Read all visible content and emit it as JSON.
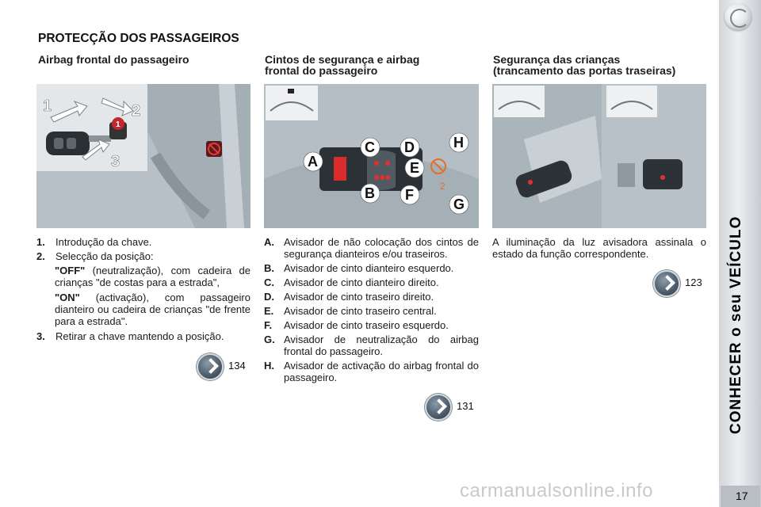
{
  "page_title": "PROTECÇÃO DOS PASSAGEIROS",
  "chapter": "CONHECER o seu VEÍCULO",
  "page_number": "17",
  "watermark": "carmanualsonline.info",
  "col1": {
    "title": "Airbag frontal do passageiro",
    "items": [
      {
        "key": "1.",
        "text": "Introdução da chave."
      },
      {
        "key": "2.",
        "text": "Selecção da posição:"
      }
    ],
    "off_key": "\"OFF\"",
    "off_text": " (neutralização), com cadeira de crianças \"de costas para a estrada\",",
    "on_key": "\"ON\"",
    "on_text": " (activação), com passageiro dianteiro ou cadeira de crianças \"de frente para a estrada\".",
    "item3_key": "3.",
    "item3_text": "Retirar a chave mantendo a posição.",
    "ref": "134",
    "image_labels": {
      "n1": "1",
      "n2": "2",
      "n3": "3",
      "key_badge": "1"
    }
  },
  "col2": {
    "title_line1": "Cintos de segurança e airbag",
    "title_line2": "frontal do passageiro",
    "items": [
      {
        "key": "A.",
        "text": "Avisador de não colocação dos cintos de segurança dianteiros e/ou traseiros."
      },
      {
        "key": "B.",
        "text": "Avisador de cinto dianteiro esquerdo."
      },
      {
        "key": "C.",
        "text": "Avisador de cinto dianteiro direito."
      },
      {
        "key": "D.",
        "text": "Avisador de cinto traseiro direito."
      },
      {
        "key": "E.",
        "text": "Avisador de cinto traseiro central."
      },
      {
        "key": "F.",
        "text": "Avisador de cinto traseiro esquerdo."
      },
      {
        "key": "G.",
        "text": "Avisador de neutralização do airbag frontal do passageiro."
      },
      {
        "key": "H.",
        "text": "Avisador de activação do airbag frontal do passageiro."
      }
    ],
    "ref": "131",
    "image_labels": {
      "A": "A",
      "B": "B",
      "C": "C",
      "D": "D",
      "E": "E",
      "F": "F",
      "G": "G",
      "H": "H",
      "two": "2"
    }
  },
  "col3": {
    "title_line1": "Segurança das crianças",
    "title_line2": "(trancamento das portas traseiras)",
    "text": "A iluminação da luz avisadora assinala o estado da função correspondente.",
    "ref": "123"
  }
}
